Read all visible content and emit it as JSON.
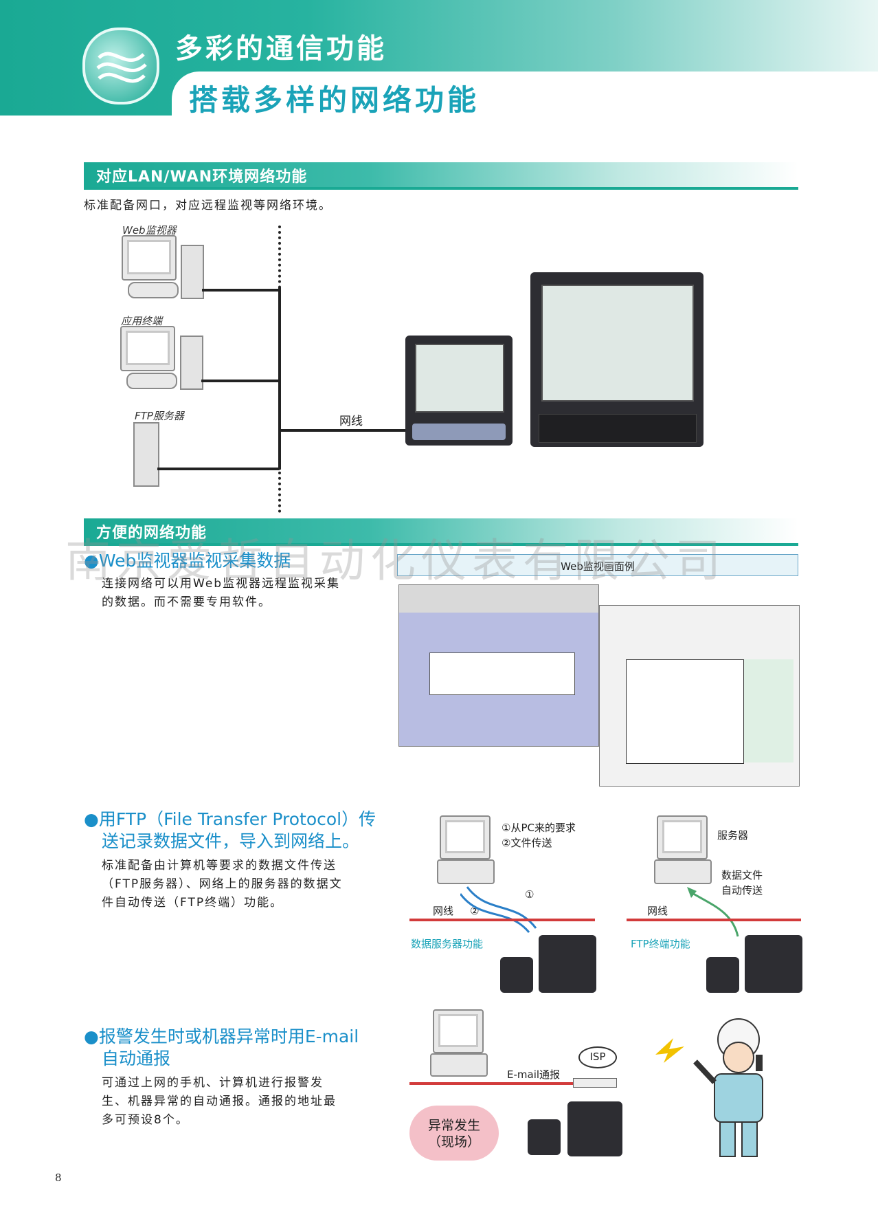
{
  "header": {
    "title_main": "多彩的通信功能",
    "title_sub": "搭载多样的网络功能"
  },
  "section1": {
    "title": "对应LAN/WAN环境网络功能",
    "desc": "标准配备网口，对应远程监视等网络环境。",
    "labels": {
      "web_monitor": "Web监视器",
      "app_terminal": "应用终端",
      "ftp_server": "FTP服务器",
      "cable": "网线"
    }
  },
  "section2": {
    "title": "方便的网络功能",
    "web": {
      "heading": "●Web监视器监视采集数据",
      "desc_lines": [
        "连接网络可以用Web监视器远程监视采集",
        "的数据。而不需要专用软件。"
      ],
      "example_caption": "Web监视画面例"
    },
    "ftp": {
      "heading_lines": [
        "●用FTP（File Transfer Protocol）传",
        "送记录数据文件，导入到网络上。"
      ],
      "desc_lines": [
        "标准配备由计算机等要求的数据文件传送",
        "（FTP服务器）、网络上的服务器的数据文",
        "件自动传送（FTP终端）功能。"
      ],
      "diagram": {
        "step1": "①从PC来的要求",
        "step2": "②文件传送",
        "mark1": "①",
        "mark2": "②",
        "cable_left": "网线",
        "cable_right": "网线",
        "server": "服务器",
        "auto_transfer_lines": [
          "数据文件",
          "自动传送"
        ],
        "left_caption": "数据服务器功能",
        "right_caption": "FTP终端功能"
      }
    },
    "email": {
      "heading_lines": [
        "●报警发生时或机器异常时用E-mail",
        "自动通报"
      ],
      "desc_lines": [
        "可通过上网的手机、计算机进行报警发",
        "生、机器异常的自动通报。通报的地址最",
        "多可预设8个。"
      ],
      "diagram": {
        "isp": "ISP",
        "email_label": "E-mail通报",
        "cloud_lines": [
          "异常发生",
          "（现场）"
        ]
      }
    }
  },
  "watermark": "南京爱哲自动化仪表有限公司",
  "page_number": "8",
  "colors": {
    "accent": "#1aa994",
    "blue_text": "#1a8fc9",
    "red_line": "#d23b3b"
  }
}
